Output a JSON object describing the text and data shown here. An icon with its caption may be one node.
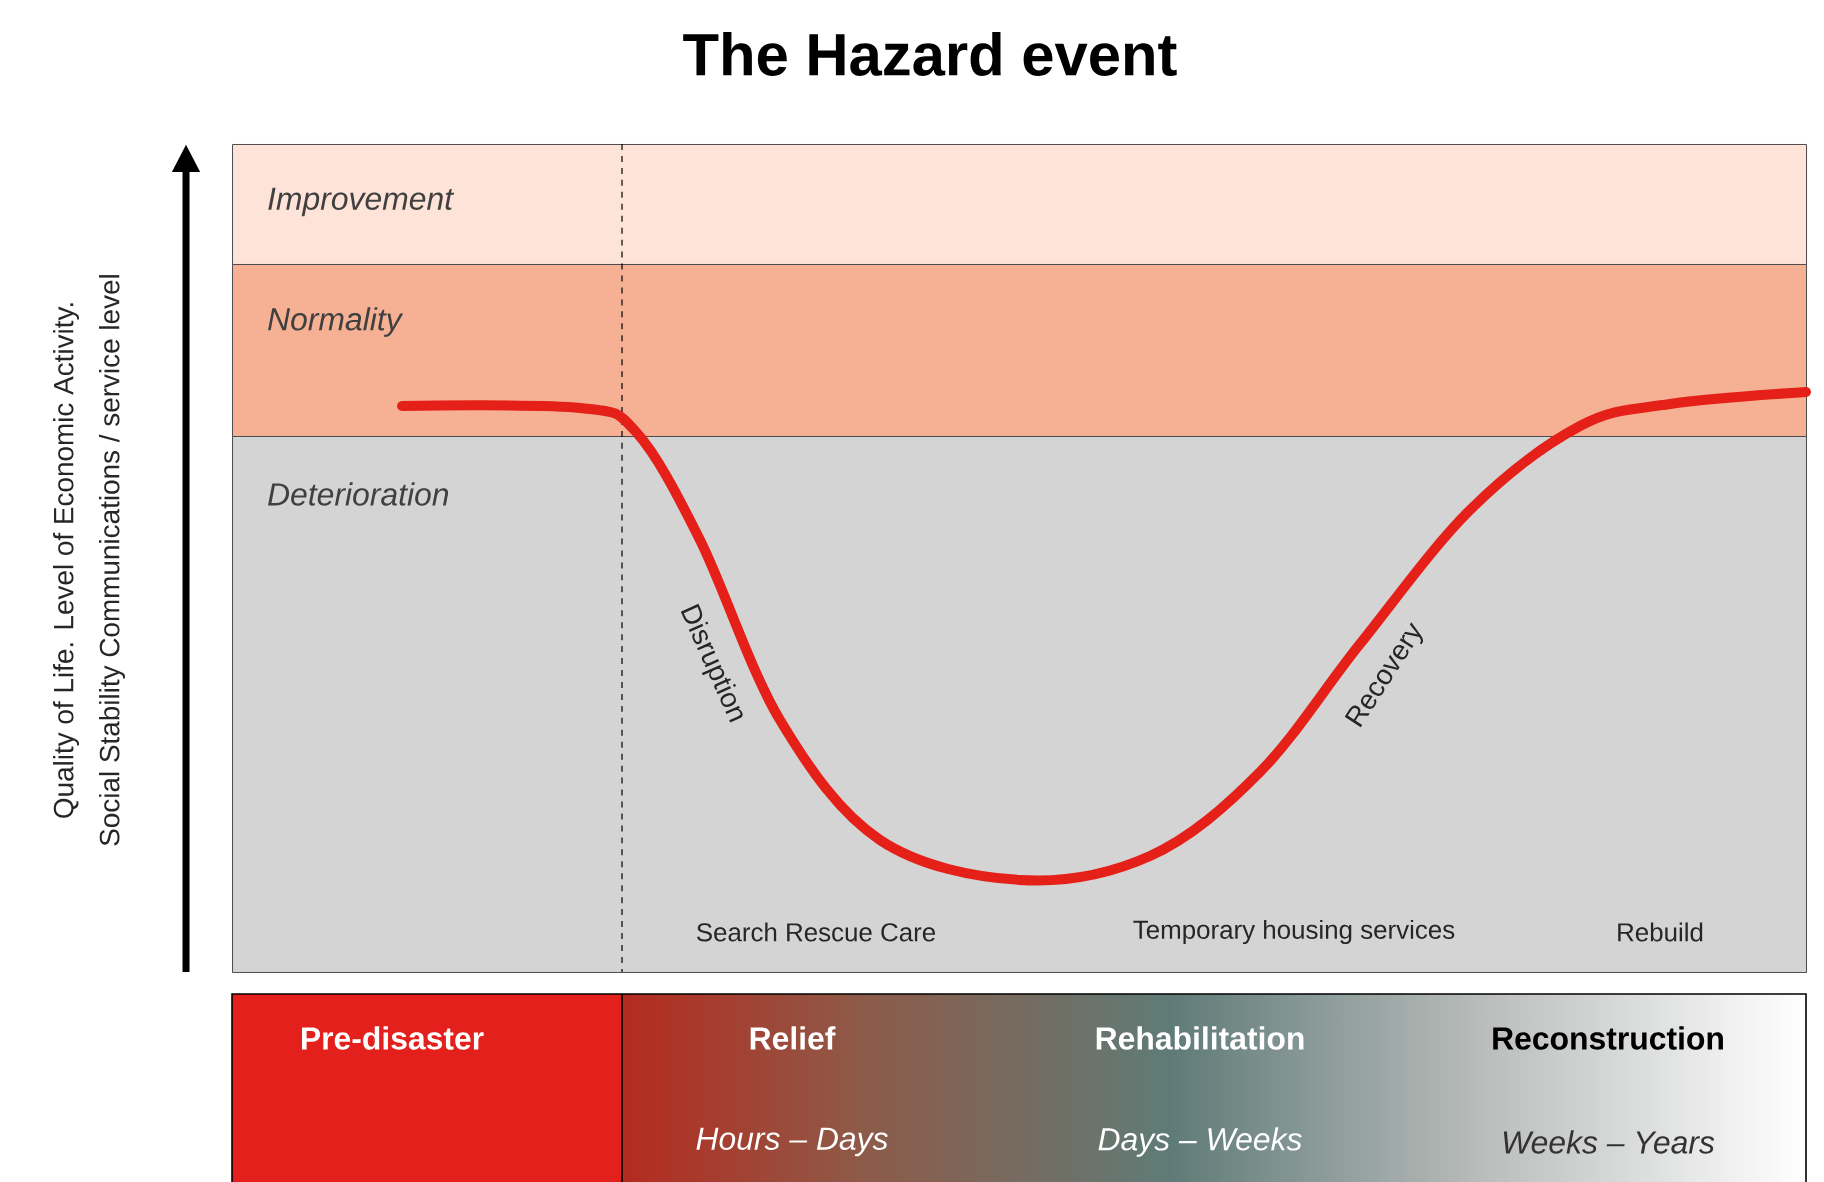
{
  "diagram": {
    "title": "The Hazard event",
    "nodes": [
      {
        "text": [
          "Improvement"
        ]
      },
      {
        "text": [
          "Normality"
        ]
      },
      {
        "text": [
          "Deterioration"
        ]
      },
      {
        "text": [
          "Pre-disaster"
        ]
      },
      {
        "text": [
          "Relief",
          "Hours – Days"
        ]
      },
      {
        "text": [
          "Rehabilitation",
          "Days – Weeks"
        ]
      },
      {
        "text": [
          "Reconstruction",
          "Weeks – Years"
        ]
      }
    ],
    "labels": [
      "Quality of Life.  Level of Economic Activity.",
      "Social Stability  Communications / service level",
      "Disruption",
      "Recovery",
      "Search Rescue Care",
      "Temporary housing services",
      "Rebuild"
    ]
  }
}
